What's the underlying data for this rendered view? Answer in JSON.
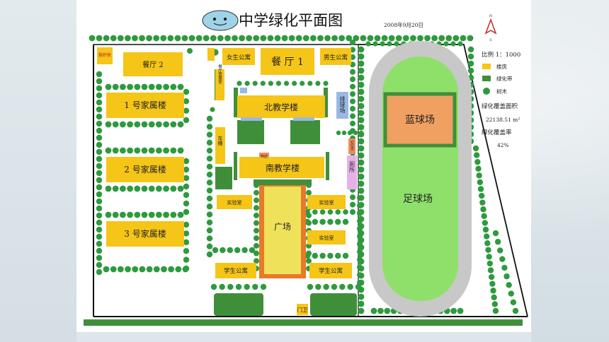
{
  "map": {
    "title": "中学绿化平面图",
    "date": "2008年9月20日",
    "compass": {
      "n_label": "N",
      "s_label": "S"
    },
    "scale": "比例 1：1000",
    "legend": [
      {
        "label": "楼房",
        "color": "#f5c518"
      },
      {
        "label": "绿化带",
        "color": "#3f8f3a"
      },
      {
        "label": "树木",
        "color": "#2e9a3e"
      }
    ],
    "green_area_label": "绿化覆盖面积",
    "green_area_value": "22138.51 m²",
    "green_rate_label": "绿化覆盖率",
    "green_rate_value": "42%"
  },
  "places": {
    "boiler": "锅炉房",
    "canteen2": "餐厅 2",
    "family1": "1 号家属楼",
    "family2": "2 号家属楼",
    "family3": "3 号家属楼",
    "girls_dorm": "女生公寓",
    "canteen1": "餐 厅 1",
    "boys_dorm": "男生公寓",
    "canteen_mgmt": "餐厅管理室",
    "volleyball": "排球场",
    "north_building": "北教学楼",
    "south_building": "南教学楼",
    "shop": "商店",
    "bike_shed": "车棚",
    "print_room": "打印室",
    "toilet": "厕所",
    "plaza": "广场",
    "lab1": "实验室",
    "lab2": "实验室",
    "lab3": "实验室",
    "student_dorm_left": "学生公寓",
    "student_dorm_right": "学生公寓",
    "gate": "门卫",
    "basketball": "蓝球场",
    "football": "足球场"
  },
  "colors": {
    "building": "#f5c518",
    "green_band": "#3f8f3a",
    "tree": "#2e9a3e",
    "plaza": "#f0e15a",
    "plaza_border": "#e8782a",
    "field": "#8fe06a",
    "track": "#c8c8c8",
    "basketball": "#f0a060",
    "volleyball": "#9ab8e6",
    "toilet": "#e7b0e8",
    "shop": "#f08a5a"
  }
}
